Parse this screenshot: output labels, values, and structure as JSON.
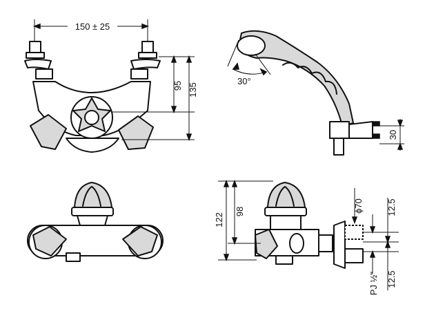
{
  "diagram": {
    "dimensions": {
      "center_distance": "150 ± 25",
      "height_95": "95",
      "height_135": "135",
      "angle_30": "30°",
      "wall_30": "30",
      "height_122": "122",
      "height_98": "98",
      "diameter_70": "ϕ70",
      "offset_top": "12.5",
      "offset_bottom": "12.5",
      "thread": "PJ ½\""
    }
  }
}
